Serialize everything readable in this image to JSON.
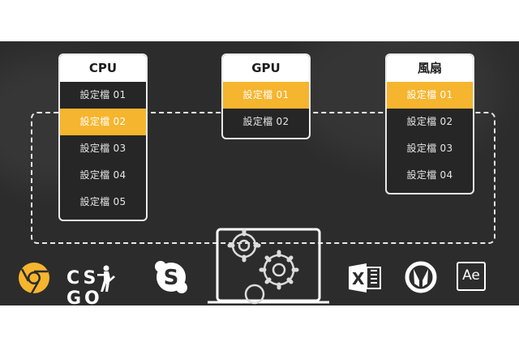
{
  "panels": {
    "cpu": {
      "title": "CPU",
      "items": [
        "設定檔 01",
        "設定檔 02",
        "設定檔 03",
        "設定檔 04",
        "設定檔 05"
      ],
      "selected": 1
    },
    "gpu": {
      "title": "GPU",
      "items": [
        "設定檔 01",
        "設定檔 02"
      ],
      "selected": 0
    },
    "fan": {
      "title": "風扇",
      "items": [
        "設定檔 01",
        "設定檔 02",
        "設定檔 03",
        "設定檔 04"
      ],
      "selected": 0
    }
  },
  "apps": {
    "csgo_logo_text": "CS GO",
    "excel_letter": "X",
    "ae_text": "Ae"
  },
  "colors": {
    "accent": "#f6b52e",
    "stage_bg": "#2c2c2c",
    "panel_border": "#e9e9e9"
  }
}
